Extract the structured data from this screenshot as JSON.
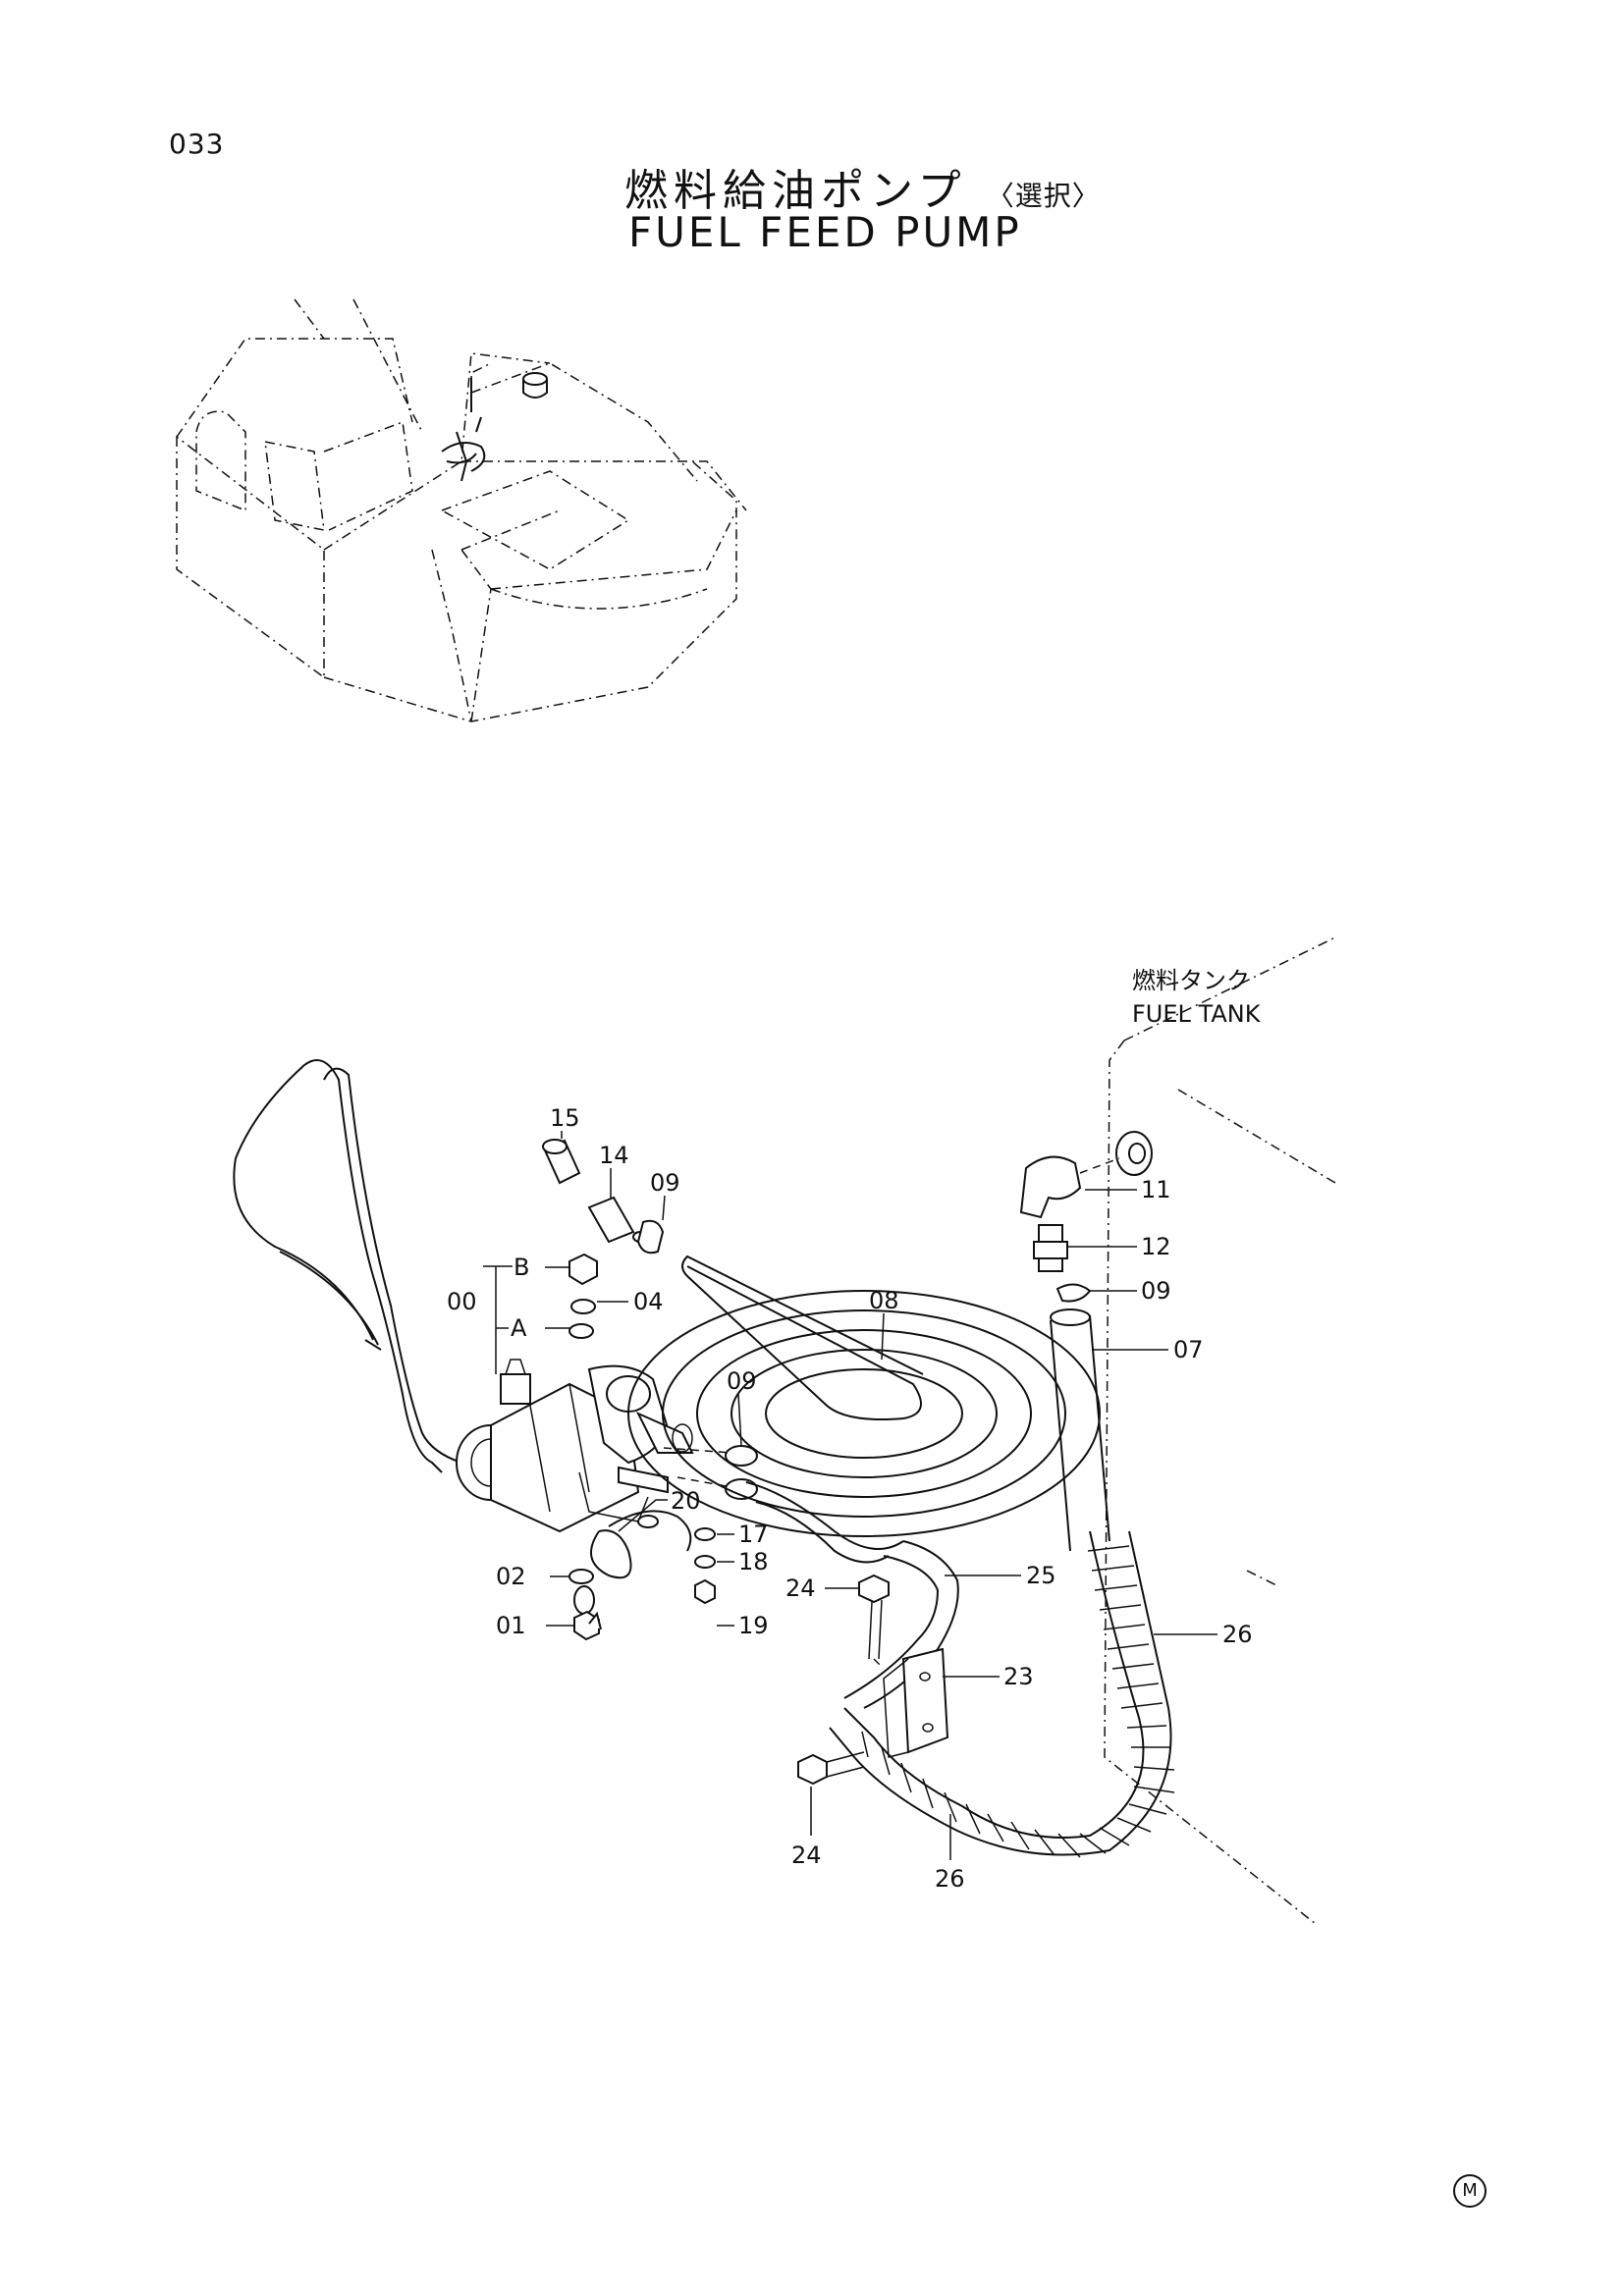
{
  "page_number": "033",
  "title_jp": "燃料給油ポンプ",
  "title_jp_sub": "〈選択〉",
  "title_en": "FUEL FEED PUMP",
  "fuel_tank_label_jp": "燃料タンク",
  "fuel_tank_label_en": "FUEL TANK",
  "corner_mark": "M",
  "callouts": {
    "c15": "15",
    "c14": "14",
    "c09a": "09",
    "cB": "B",
    "c00": "00",
    "c04": "04",
    "cA": "A",
    "c08": "08",
    "c09b": "09",
    "c11": "11",
    "c12": "12",
    "c09c": "09",
    "c07": "07",
    "c20": "20",
    "c02": "02",
    "c17": "17",
    "c18": "18",
    "c24a": "24",
    "c01": "01",
    "c19": "19",
    "c25": "25",
    "c26a": "26",
    "c23": "23",
    "c24b": "24",
    "c26b": "26"
  }
}
